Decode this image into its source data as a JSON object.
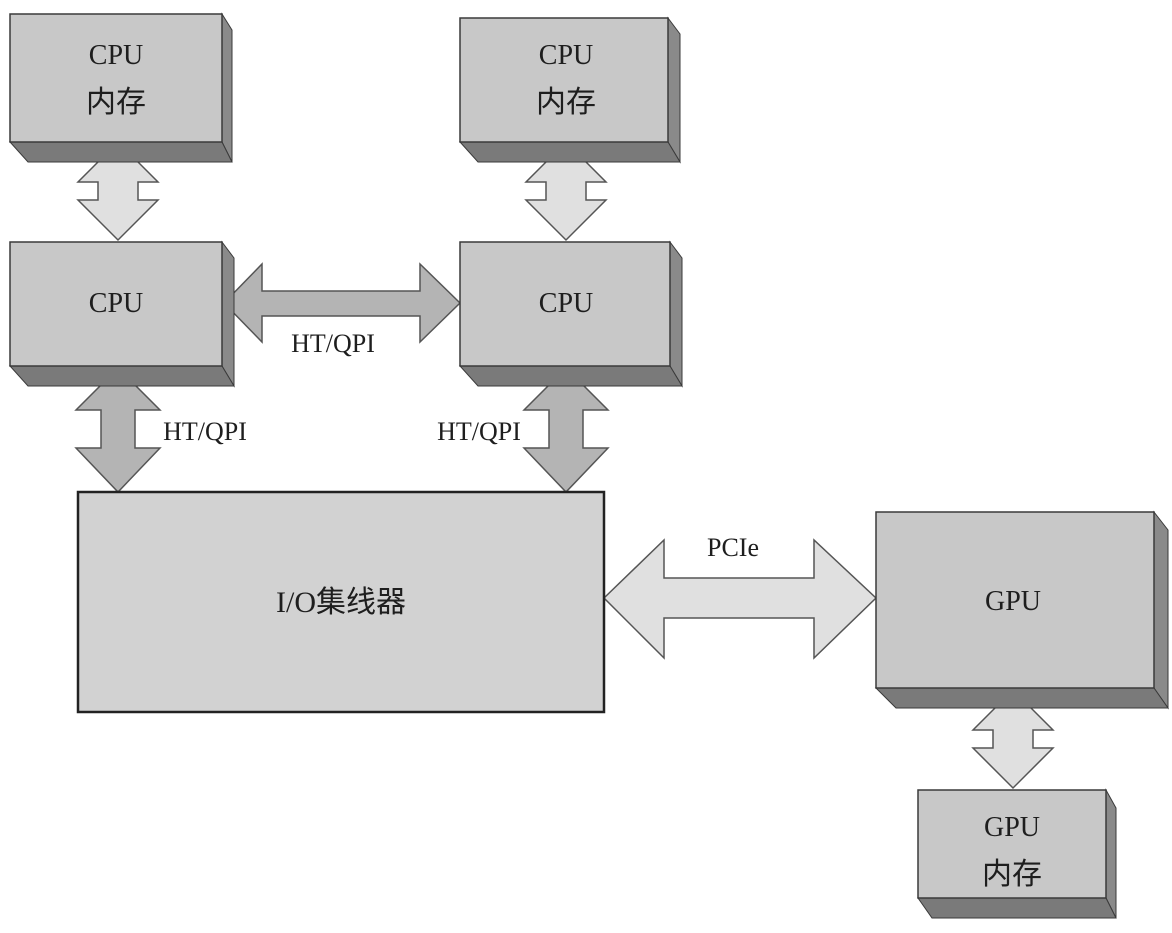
{
  "colors": {
    "box_face": "#c8c8c8",
    "box_side": "#8a8a8a",
    "box_bottom": "#7a7a7a",
    "io_hub_face": "#d2d2d2",
    "arrow_light": "#e0e0e0",
    "arrow_mid": "#b4b4b4",
    "outline": "#3a3a3a",
    "text": "#1e1e1e"
  },
  "nodes": {
    "cpu_mem_left": {
      "line1": "CPU",
      "line2": "内存"
    },
    "cpu_mem_right": {
      "line1": "CPU",
      "line2": "内存"
    },
    "cpu_left": {
      "label": "CPU"
    },
    "cpu_right": {
      "label": "CPU"
    },
    "io_hub": {
      "label": "I/O集线器"
    },
    "gpu": {
      "label": "GPU"
    },
    "gpu_mem": {
      "line1": "GPU",
      "line2": "内存"
    }
  },
  "links": {
    "cpu_cpu": {
      "label": "HT/QPI"
    },
    "cpu_left_io": {
      "label": "HT/QPI"
    },
    "cpu_right_io": {
      "label": "HT/QPI"
    },
    "io_gpu": {
      "label": "PCIe"
    },
    "cpu_mem_left": {
      "label": ""
    },
    "cpu_mem_right": {
      "label": ""
    },
    "gpu_mem": {
      "label": ""
    }
  }
}
